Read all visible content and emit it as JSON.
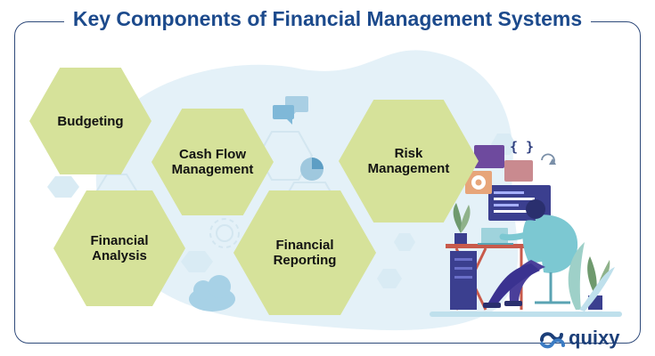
{
  "title": "Key Components of Financial Management Systems",
  "components": [
    {
      "id": "budgeting",
      "label": "Budgeting"
    },
    {
      "id": "cash-flow",
      "label": "Cash Flow Management"
    },
    {
      "id": "risk",
      "label": "Risk Management"
    },
    {
      "id": "analysis",
      "label": "Financial Analysis"
    },
    {
      "id": "reporting",
      "label": "Financial Reporting"
    }
  ],
  "brand": {
    "name": "quixy"
  },
  "colors": {
    "hex_fill": "#d6e29a",
    "title": "#1c4a8c",
    "frame": "#2f4a7a",
    "background_blob": "#e4f1f8",
    "illustration_blue": "#3a3f9a",
    "illustration_teal": "#6ac3cc"
  },
  "icons": [
    "chat-bubbles-icon",
    "pie-chart-icon",
    "cloud-icon",
    "code-window-icon",
    "gear-icon",
    "refresh-icon",
    "person-at-desk-illustration",
    "potted-plant-icon"
  ]
}
